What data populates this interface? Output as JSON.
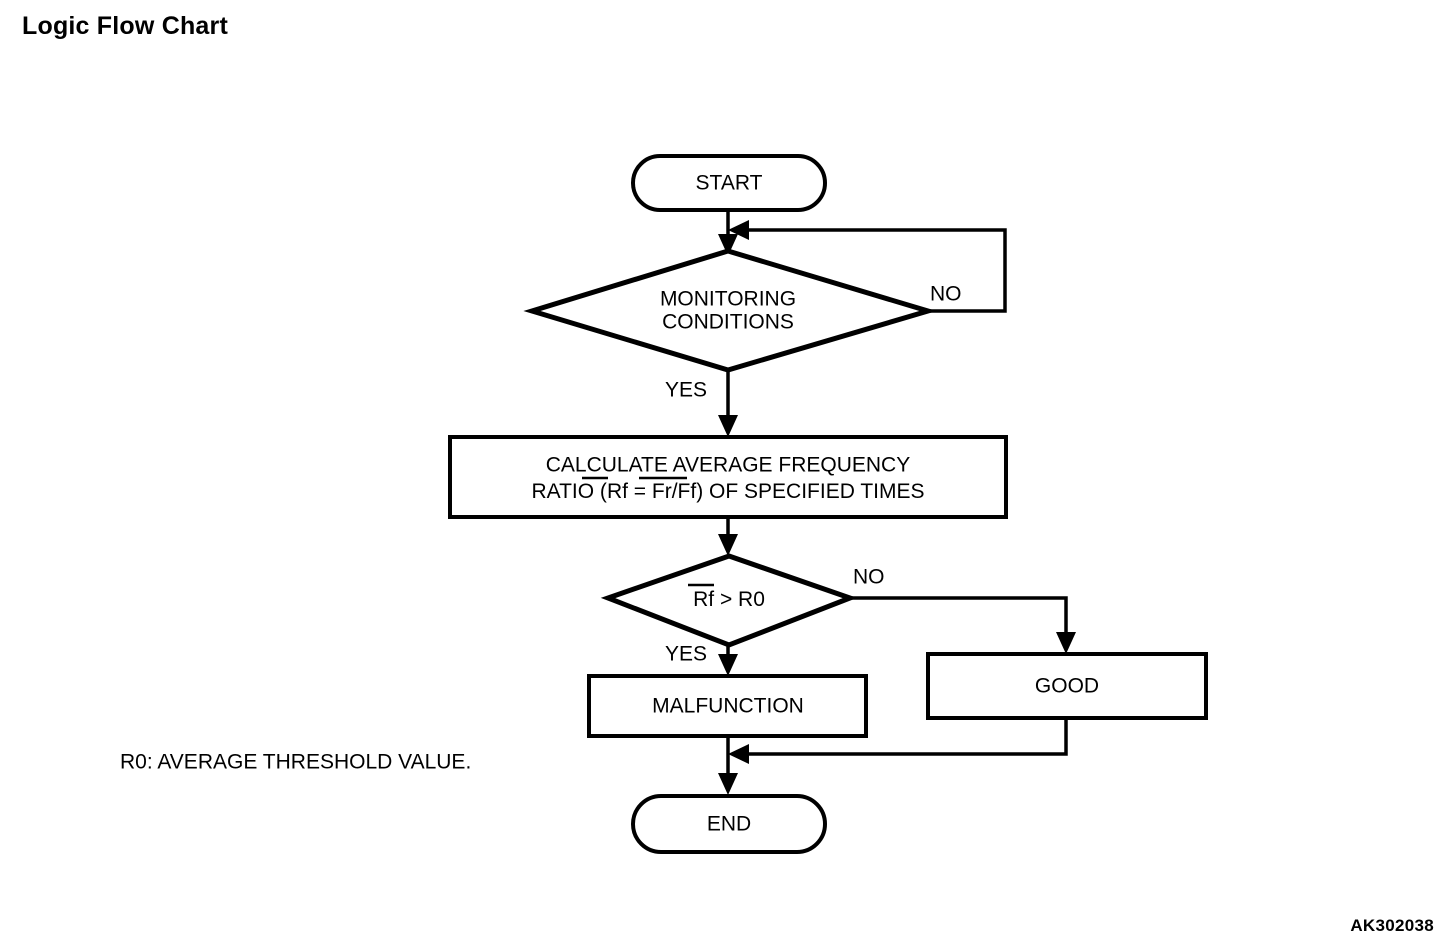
{
  "page": {
    "title": "Logic Flow Chart",
    "footer_code": "AK302038",
    "background_color": "#ffffff",
    "ink_color": "#000000"
  },
  "chart_data": {
    "type": "flowchart",
    "title": "Logic Flow Chart",
    "nodes": [
      {
        "id": "start",
        "shape": "stadium",
        "label": "START"
      },
      {
        "id": "monitoring",
        "shape": "diamond",
        "label_line1": "MONITORING",
        "label_line2": "CONDITIONS"
      },
      {
        "id": "calculate",
        "shape": "rect",
        "label_line1": "CALCULATE AVERAGE FREQUENCY",
        "label_line2_a": "RATIO (",
        "label_line2_b": "Rf",
        "label_line2_c": " = ",
        "label_line2_d": "Fr/Ff",
        "label_line2_e": ") OF SPECIFIED TIMES"
      },
      {
        "id": "compare",
        "shape": "diamond",
        "label_a": "Rf",
        "label_b": " > R0"
      },
      {
        "id": "malfunction",
        "shape": "rect",
        "label": "MALFUNCTION"
      },
      {
        "id": "good",
        "shape": "rect",
        "label": "GOOD"
      },
      {
        "id": "end",
        "shape": "stadium",
        "label": "END"
      }
    ],
    "edges": [
      {
        "from": "start",
        "to": "monitoring",
        "label": ""
      },
      {
        "from": "monitoring",
        "to": "calculate",
        "label": "YES"
      },
      {
        "from": "monitoring",
        "to": "monitoring",
        "label": "NO",
        "note": "loops back above the monitoring decision"
      },
      {
        "from": "calculate",
        "to": "compare",
        "label": ""
      },
      {
        "from": "compare",
        "to": "malfunction",
        "label": "YES"
      },
      {
        "from": "compare",
        "to": "good",
        "label": "NO"
      },
      {
        "from": "malfunction",
        "to": "end",
        "label": ""
      },
      {
        "from": "good",
        "to": "end",
        "label": ""
      }
    ],
    "edge_labels": {
      "monitoring_no": "NO",
      "monitoring_yes": "YES",
      "compare_no": "NO",
      "compare_yes": "YES"
    },
    "note": "R0: AVERAGE THRESHOLD VALUE."
  }
}
